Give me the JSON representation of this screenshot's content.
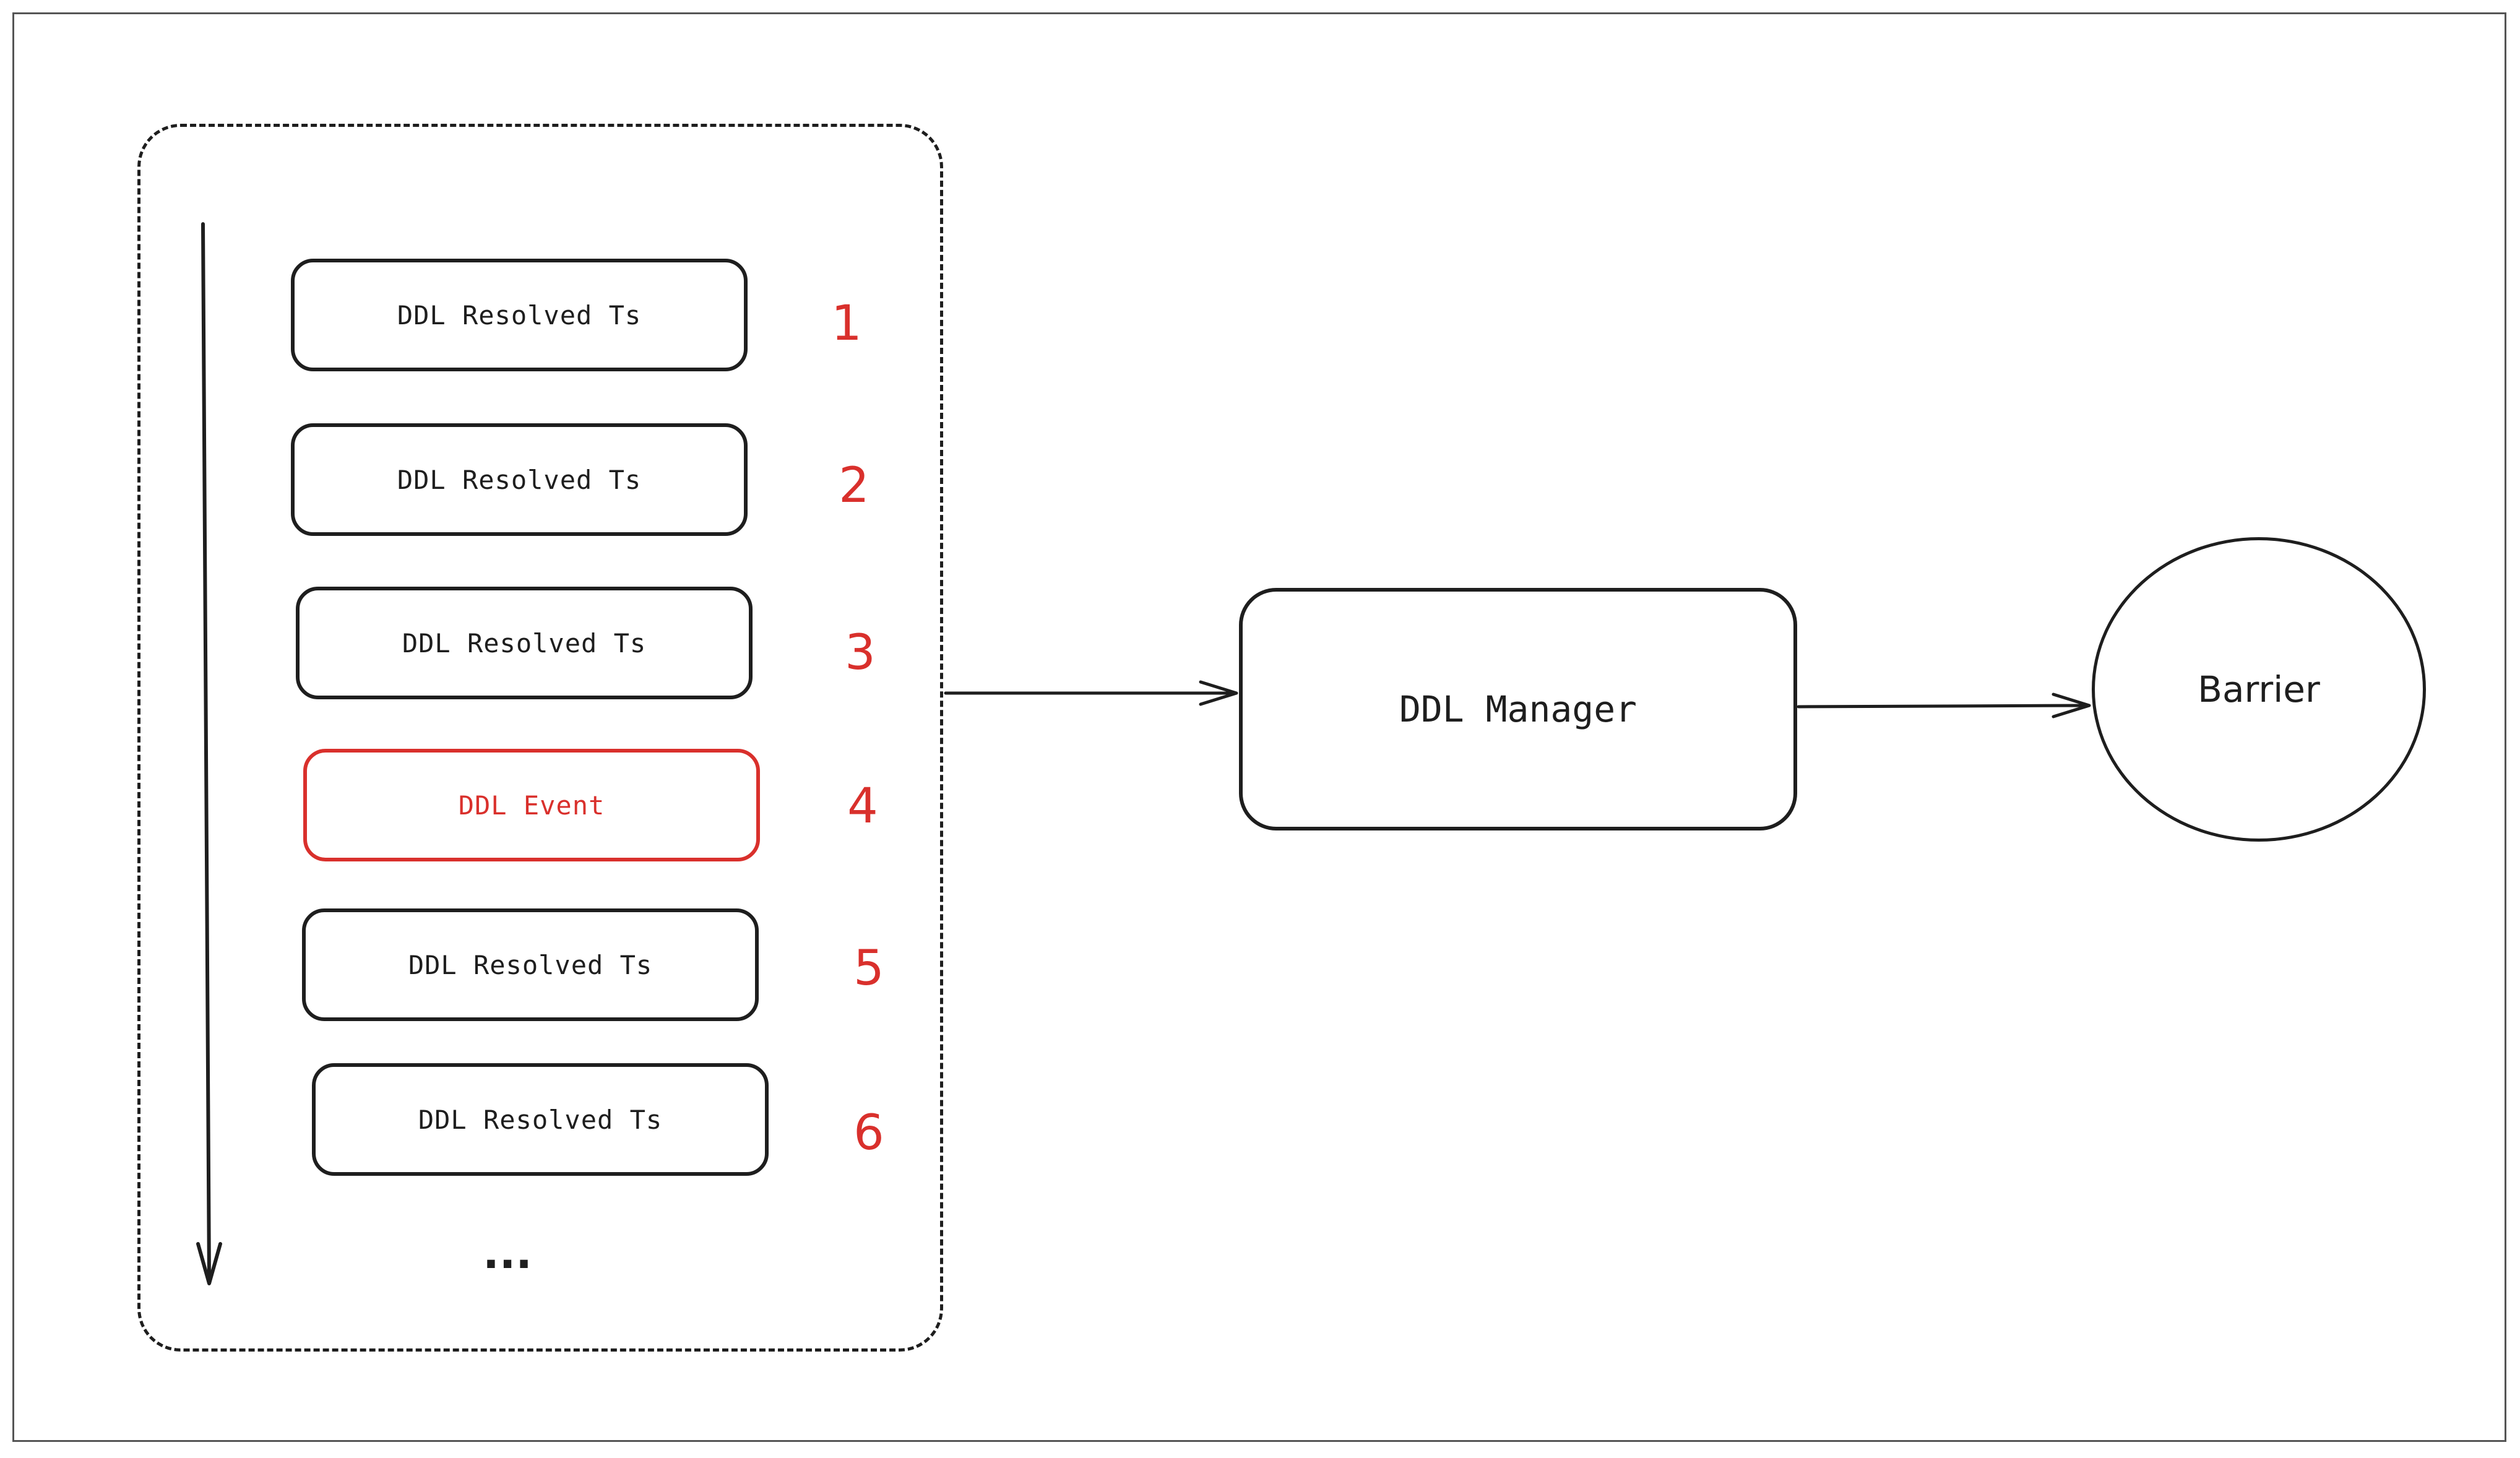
{
  "diagram": {
    "queue_items": [
      {
        "label": "DDL Resolved Ts",
        "number": "1",
        "kind": "resolved"
      },
      {
        "label": "DDL Resolved Ts",
        "number": "2",
        "kind": "resolved"
      },
      {
        "label": "DDL Resolved Ts",
        "number": "3",
        "kind": "resolved"
      },
      {
        "label": "DDL Event",
        "number": "4",
        "kind": "event"
      },
      {
        "label": "DDL Resolved Ts",
        "number": "5",
        "kind": "resolved"
      },
      {
        "label": "DDL Resolved Ts",
        "number": "6",
        "kind": "resolved"
      }
    ],
    "ellipsis": "...",
    "manager_label": "DDL Manager",
    "barrier_label": "Barrier",
    "colors": {
      "stroke": "#1e1e1e",
      "accent_red": "#d9302c",
      "background": "#ffffff"
    }
  }
}
